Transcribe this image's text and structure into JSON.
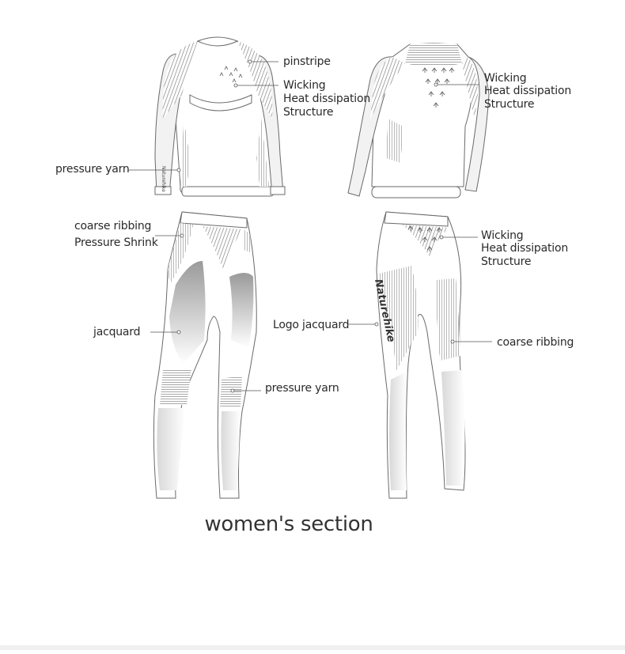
{
  "colors": {
    "outline": "#6a6a6a",
    "shade_dark": "#8a8a8a",
    "shade_light": "#e6e6e6",
    "background": "#ffffff"
  },
  "labels": {
    "pinstripe": "pinstripe",
    "front_top_wicking": [
      "Wicking",
      "Heat dissipation",
      "Structure"
    ],
    "pressure_yarn_top": "pressure yarn",
    "back_top_wicking": [
      "Wicking",
      "Heat dissipation",
      "Structure"
    ],
    "coarse_ribbing_pressure": [
      "coarse ribbing",
      "Pressure Shrink"
    ],
    "jacquard": "jacquard",
    "pressure_yarn_knee": "pressure yarn",
    "logo_jacquard": "Logo jacquard",
    "back_pants_wicking": [
      "Wicking",
      "Heat dissipation",
      "Structure"
    ],
    "coarse_ribbing": "coarse ribbing"
  },
  "garment_text": {
    "logo": "Naturehike",
    "sleeve_print": "Naturehike"
  },
  "caption": "women's section"
}
